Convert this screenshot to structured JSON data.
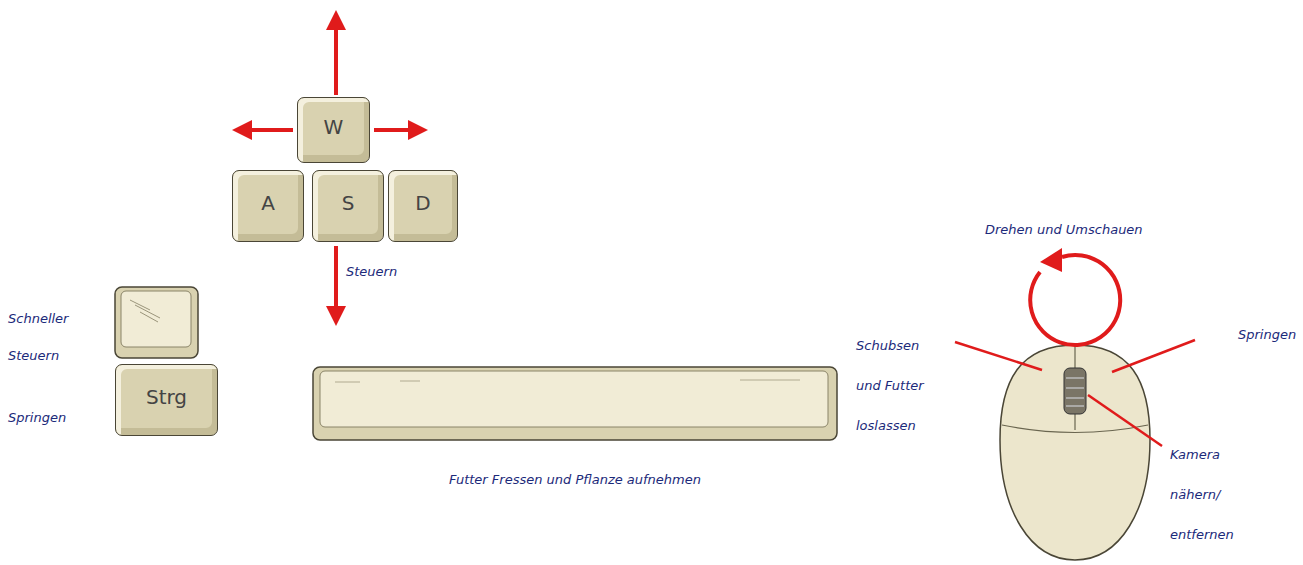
{
  "diagram": {
    "nodes": [
      {
        "text": [
          "W"
        ]
      },
      {
        "text": [
          "A"
        ]
      },
      {
        "text": [
          "S"
        ]
      },
      {
        "text": [
          "D"
        ]
      },
      {
        "text": [
          "Strg"
        ]
      }
    ],
    "labels": [
      "Drehen und Umschauen",
      "Steuern",
      "Schneller Steuern",
      "Springen",
      "Futter Fressen und Pflanze aufnehmen",
      "Schubsen und Futter loslassen",
      "Springen",
      "Kamera nähern/ entfernen"
    ]
  }
}
